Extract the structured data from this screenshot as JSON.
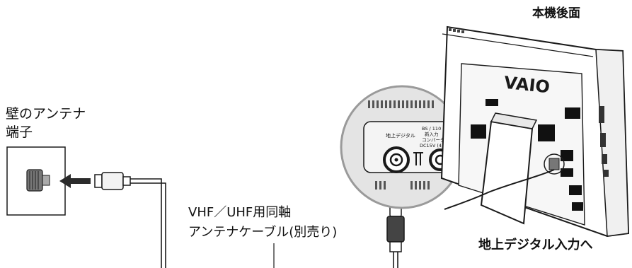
{
  "labels": {
    "rear_view": "本機後面",
    "wall_terminal_line1": "壁のアンテナ",
    "wall_terminal_line2": "端子",
    "cable_line1": "VHF／UHF用同軸",
    "cable_line2": "アンテナケーブル(別売り)",
    "digital_input": "地上デジタル入力へ",
    "panel_digital": "地上デジタル",
    "panel_bs": "BS / 110",
    "panel_input": "新入力",
    "panel_converter": "コンバータ",
    "panel_dc": "DC15V (4",
    "brand": "VAIO"
  },
  "colors": {
    "line": "#1a1a1a",
    "zoom_fill": "#e4e4e4",
    "zoom_stroke": "#9a9a9a",
    "panel_fill": "#f4f4f4",
    "arrow": "#2b2b2b"
  }
}
